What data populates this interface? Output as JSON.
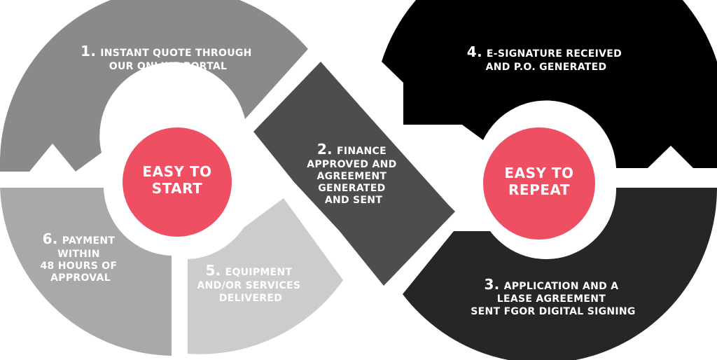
{
  "colors": {
    "step1": "#8a8a8a",
    "step2": "#4d4d4d",
    "step3": "#262626",
    "step4": "#000000",
    "step5": "#cccccc",
    "step6": "#a9a9a9",
    "center": "#ee4f63",
    "text_on_light": "#ffffff",
    "text_on_dark": "#ffffff"
  },
  "left_center": {
    "line1": "EASY TO",
    "line2": "START"
  },
  "right_center": {
    "line1": "EASY TO",
    "line2": "REPEAT"
  },
  "steps": {
    "s1": {
      "num": "1.",
      "line1": "INSTANT QUOTE THROUGH",
      "line2": "OUR ONLINE PORTAL"
    },
    "s2": {
      "num": "2.",
      "line1": "FINANCE",
      "line2": "APPROVED AND",
      "line3": "AGREEMENT",
      "line4": "GENERATED",
      "line5": "AND SENT"
    },
    "s3": {
      "num": "3.",
      "line1": "APPLICATION AND A",
      "line2": "LEASE AGREEMENT",
      "line3": "SENT FGOR DIGITAL SIGNING"
    },
    "s4": {
      "num": "4.",
      "line1": "E-SIGNATURE RECEIVED",
      "line2": "AND P.O. GENERATED"
    },
    "s5": {
      "num": "5.",
      "line1": "EQUIPMENT",
      "line2": "AND/OR SERVICES",
      "line3": "DELIVERED"
    },
    "s6": {
      "num": "6.",
      "line1": "PAYMENT",
      "line2": "WITHIN",
      "line3": "48 HOURS OF",
      "line4": "APPROVAL"
    }
  }
}
